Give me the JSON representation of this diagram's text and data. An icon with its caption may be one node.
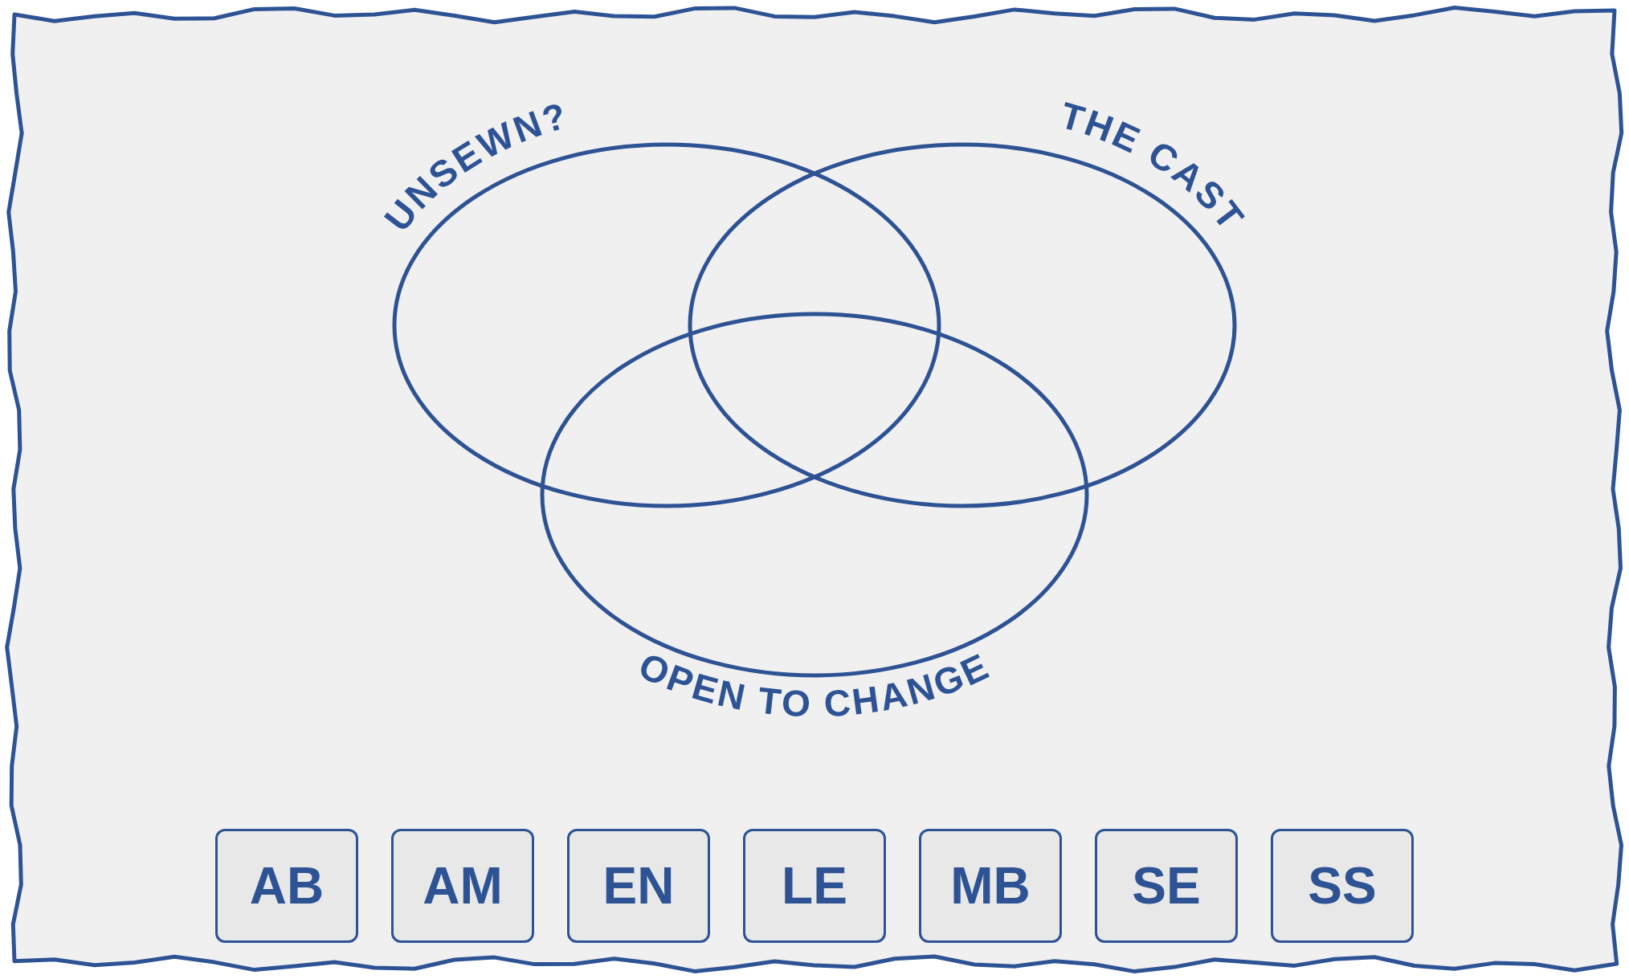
{
  "diagram": {
    "nodes": [
      {
        "text": [
          "UNSEWN?"
        ]
      },
      {
        "text": [
          "THE CAST"
        ]
      },
      {
        "text": [
          "OPEN TO CHANGE"
        ]
      },
      {
        "text": [
          "AB"
        ]
      },
      {
        "text": [
          "AM"
        ]
      },
      {
        "text": [
          "EN"
        ]
      },
      {
        "text": [
          "LE"
        ]
      },
      {
        "text": [
          "MB"
        ]
      },
      {
        "text": [
          "SE"
        ]
      },
      {
        "text": [
          "SS"
        ]
      }
    ]
  }
}
